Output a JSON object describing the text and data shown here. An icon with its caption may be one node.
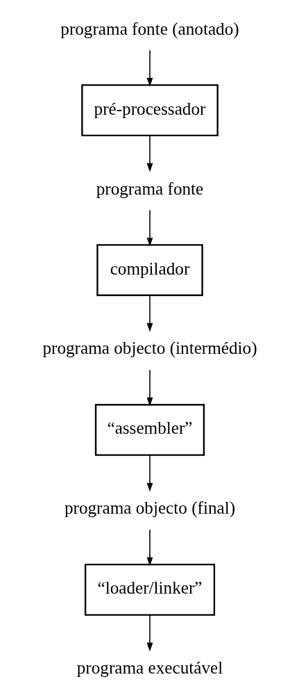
{
  "diagram": {
    "nodes": [
      {
        "text": [
          "programa fonte (anotado)"
        ]
      },
      {
        "text": [
          "pré-processador"
        ]
      },
      {
        "text": [
          "programa fonte"
        ]
      },
      {
        "text": [
          "compilador"
        ]
      },
      {
        "text": [
          "programa objecto (intermédio)"
        ]
      },
      {
        "text": [
          "“assembler”"
        ]
      },
      {
        "text": [
          "programa objecto (final)"
        ]
      },
      {
        "text": [
          "“loader/linker”"
        ]
      },
      {
        "text": [
          "programa executável"
        ]
      }
    ],
    "edges": [
      {
        "from": 0,
        "to": 1,
        "arrow": "to"
      },
      {
        "from": 1,
        "to": 2,
        "arrow": "to"
      },
      {
        "from": 2,
        "to": 3,
        "arrow": "to"
      },
      {
        "from": 3,
        "to": 4,
        "arrow": "to"
      },
      {
        "from": 4,
        "to": 5,
        "arrow": "to"
      },
      {
        "from": 5,
        "to": 6,
        "arrow": "to"
      },
      {
        "from": 6,
        "to": 7,
        "arrow": "to"
      },
      {
        "from": 7,
        "to": 8,
        "arrow": "to"
      }
    ]
  }
}
